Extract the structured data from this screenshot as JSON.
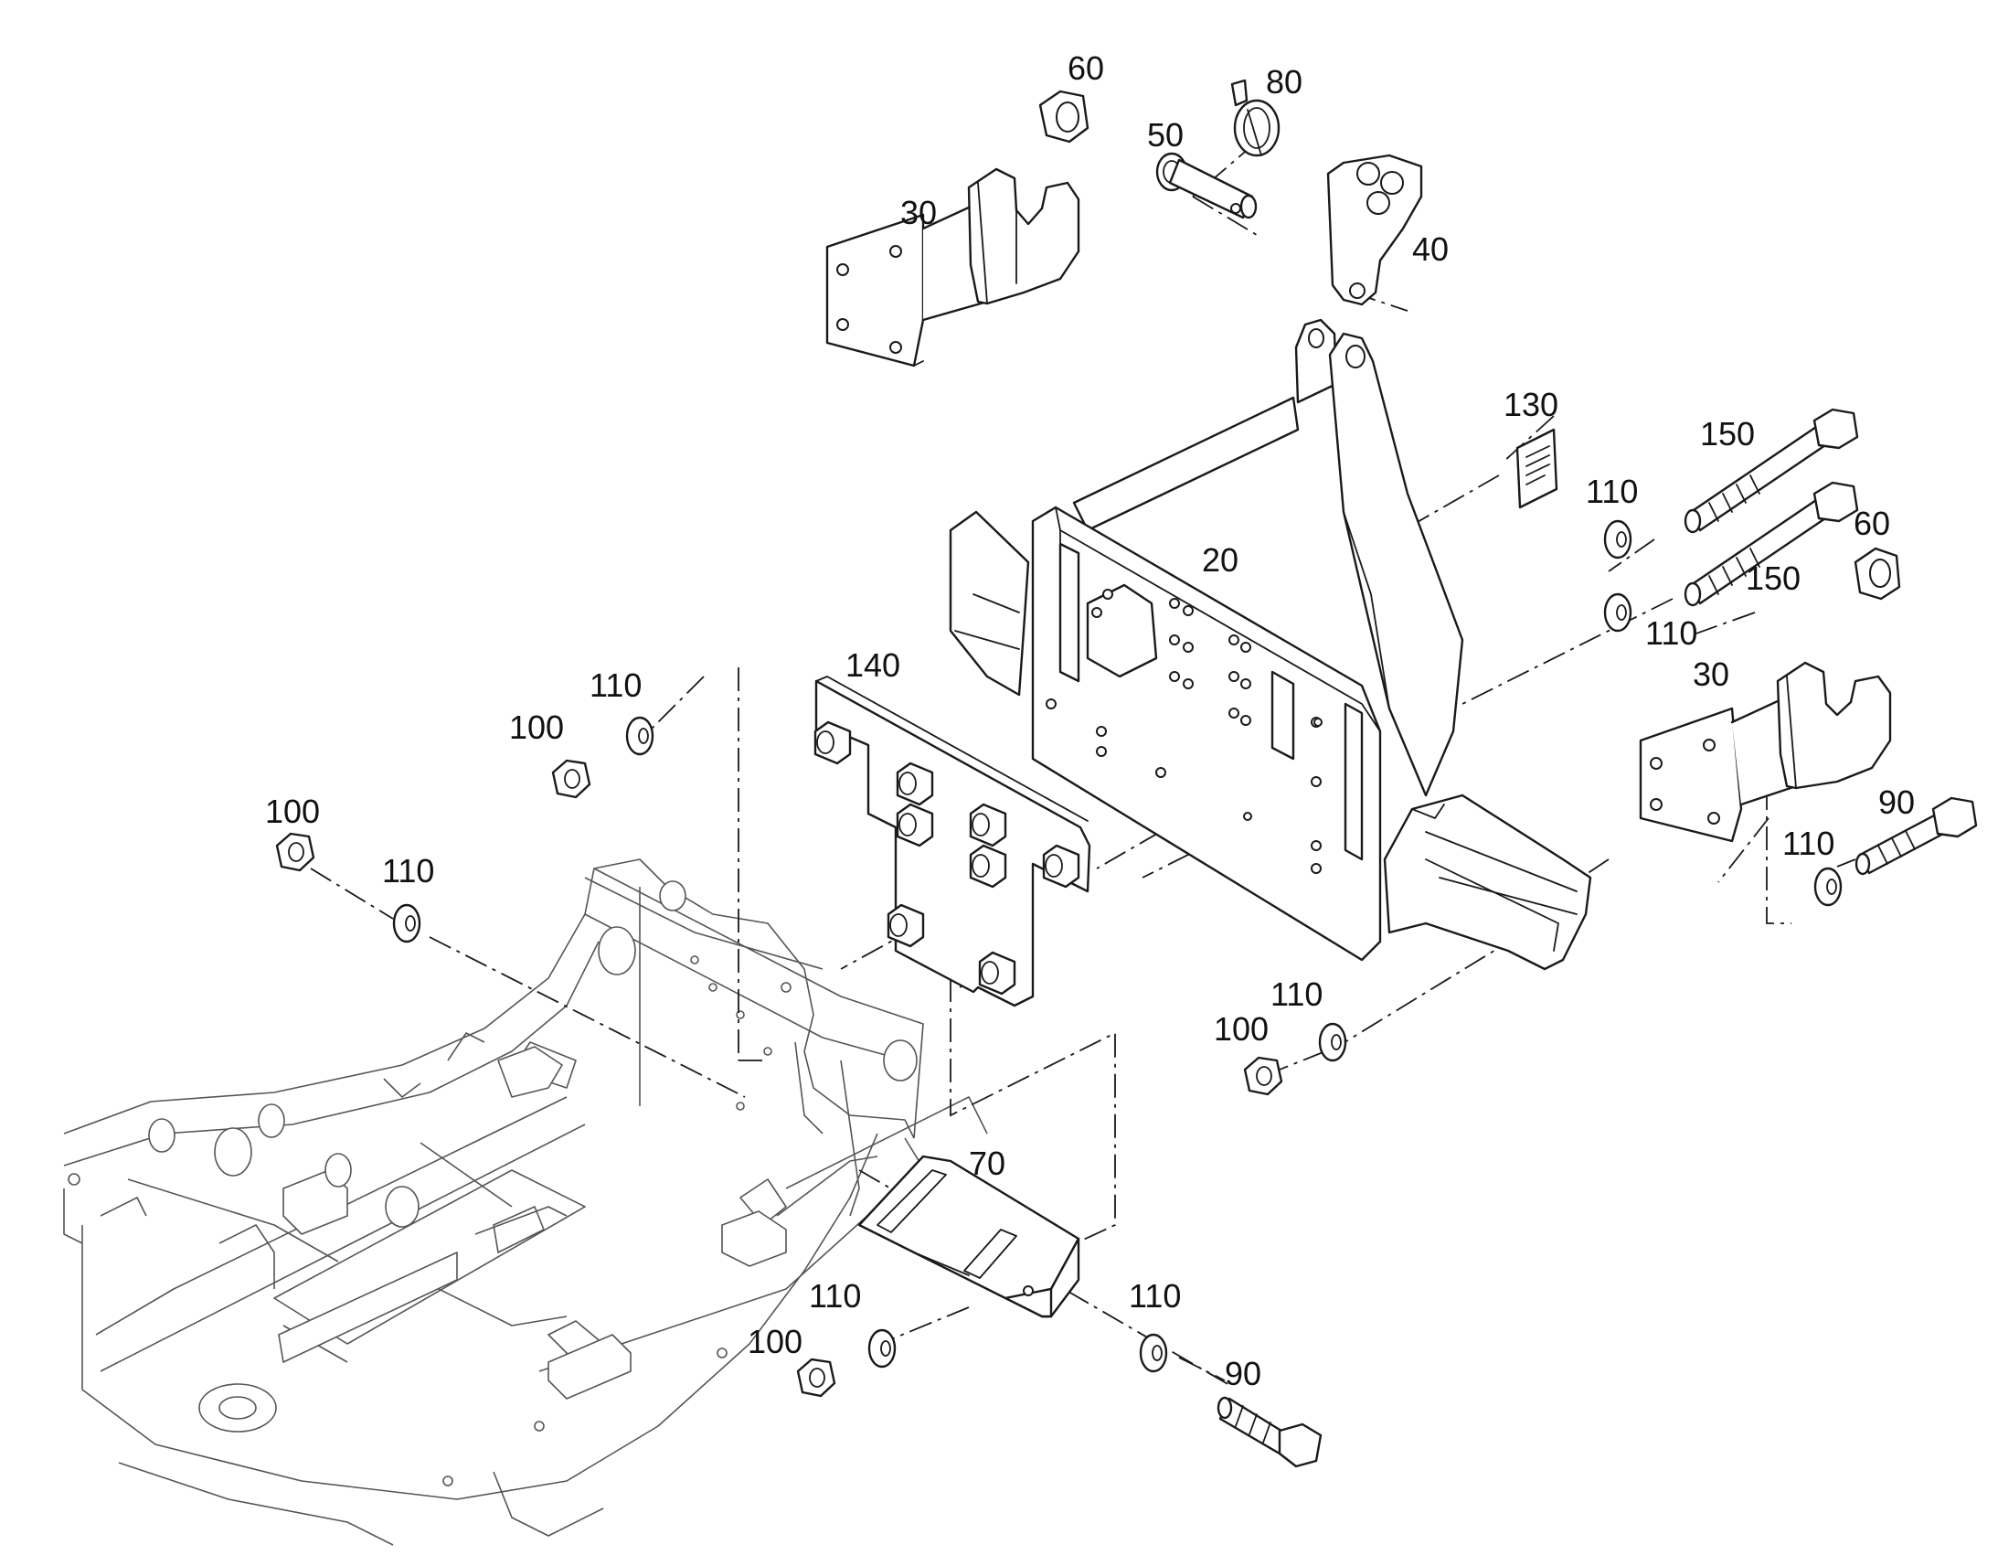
{
  "callouts": {
    "c20": "20",
    "c30a": "30",
    "c30b": "30",
    "c40": "40",
    "c50": "50",
    "c60a": "60",
    "c60b": "60",
    "c70": "70",
    "c80": "80",
    "c90a": "90",
    "c90b": "90",
    "c100a": "100",
    "c100b": "100",
    "c100c": "100",
    "c100d": "100",
    "c110a": "110",
    "c110b": "110",
    "c110c": "110",
    "c110d": "110",
    "c110e": "110",
    "c110f": "110",
    "c110g": "110",
    "c110h": "110",
    "c130": "130",
    "c140": "140",
    "c150a": "150",
    "c150b": "150"
  },
  "colors": {
    "line": "#1a1a1a",
    "frame": "#555555",
    "background": "#ffffff"
  }
}
